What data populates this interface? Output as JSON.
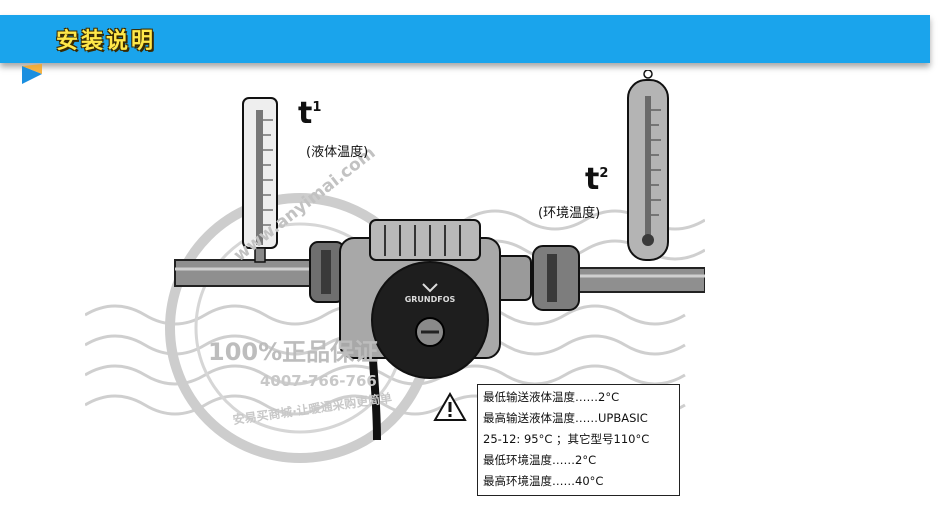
{
  "header": {
    "title": "安装说明"
  },
  "diagram": {
    "t1": {
      "symbol": "t",
      "index": "1",
      "caption": "(液体温度)"
    },
    "t2": {
      "symbol": "t",
      "index": "2",
      "caption": "(环境温度)"
    },
    "pump_brand": "GRUNDFOS"
  },
  "watermark": {
    "url": "www.anyimai.com",
    "guarantee": "100%正品保证",
    "phone": "4007-766-766",
    "slogan": "安易买商城·让暖通采购更简单"
  },
  "warning": {
    "lines": [
      "最低输送液体温度……2°C",
      "最高输送液体温度……UPBASIC",
      "25-12: 95°C ；其它型号110°C",
      "最低环境温度……2°C",
      "最高环境温度……40°C"
    ]
  },
  "colors": {
    "banner": "#1aa4ec",
    "title": "#ffe84a",
    "accent_triangle": "#1a8fe0"
  }
}
